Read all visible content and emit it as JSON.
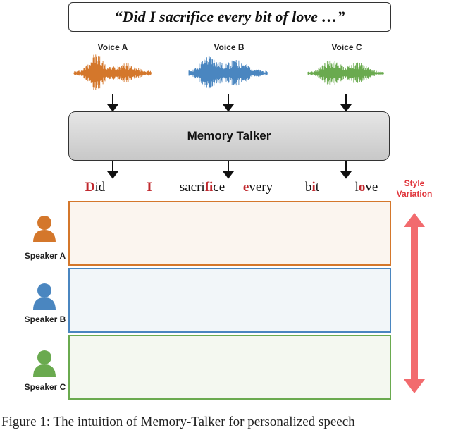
{
  "quote": "“Did I sacrifice every bit of love …”",
  "voices": [
    {
      "label": "Voice A",
      "color": "#d4772b"
    },
    {
      "label": "Voice B",
      "color": "#4a86c0"
    },
    {
      "label": "Voice C",
      "color": "#6aaa4f"
    }
  ],
  "model_label": "Memory Talker",
  "words": [
    {
      "pre": "",
      "hl": "D",
      "post": "id"
    },
    {
      "pre": "",
      "hl": "I",
      "post": ""
    },
    {
      "pre": "sacri",
      "hl": "fi",
      "post": "ce"
    },
    {
      "pre": "",
      "hl": "e",
      "post": "very"
    },
    {
      "pre": "b",
      "hl": "i",
      "post": "t"
    },
    {
      "pre": "l",
      "hl": "o",
      "post": "ve"
    }
  ],
  "speakers": [
    {
      "label": "Speaker A",
      "color": "#d4772b",
      "bg": "#fbf5ef"
    },
    {
      "label": "Speaker B",
      "color": "#4a86c0",
      "bg": "#f2f6f9"
    },
    {
      "label": "Speaker C",
      "color": "#6aaa4f",
      "bg": "#f4f8f0"
    }
  ],
  "style_label_line1": "Style",
  "style_label_line2": "Variation",
  "caption": "Figure 1: The intuition of Memory-Talker for personalized speech"
}
